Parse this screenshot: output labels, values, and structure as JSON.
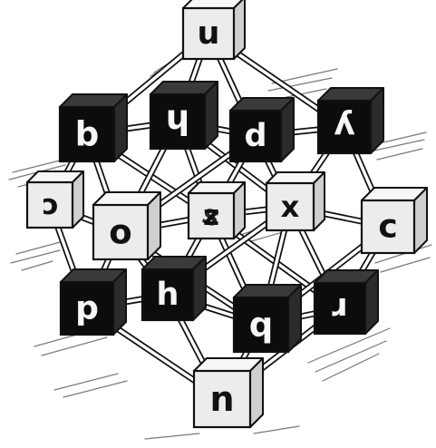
{
  "colors": {
    "background": "#ffffff",
    "ink": "#111111",
    "light_face": "#ececec",
    "light_side": "#cfcfcf",
    "light_top": "#f7f7f7",
    "dark_face": "#0c0c0c",
    "dark_side": "#2b2b2b",
    "dark_top": "#3a3a3a",
    "strut": "#ffffff",
    "motion_lines": "#7a7a7a"
  },
  "cubes": [
    {
      "id": "u-top",
      "label": "u",
      "style": "light"
    },
    {
      "id": "b-left",
      "label": "b",
      "style": "dark"
    },
    {
      "id": "h-upper",
      "label": "h",
      "rotation": 180,
      "style": "dark"
    },
    {
      "id": "d-upper",
      "label": "d",
      "style": "dark"
    },
    {
      "id": "y-upper",
      "label": "y",
      "rotation": 180,
      "style": "dark"
    },
    {
      "id": "c-left",
      "label": "c",
      "mirror": true,
      "style": "light"
    },
    {
      "id": "o-mid",
      "label": "o",
      "style": "light"
    },
    {
      "id": "z-center",
      "label": "z",
      "extra_label": "s",
      "style": "light"
    },
    {
      "id": "x-mid",
      "label": "x",
      "style": "light"
    },
    {
      "id": "c-right",
      "label": "c",
      "style": "light"
    },
    {
      "id": "p-lower",
      "label": "p",
      "style": "dark"
    },
    {
      "id": "h-lower",
      "label": "h",
      "style": "dark"
    },
    {
      "id": "q-lower",
      "label": "q",
      "style": "dark"
    },
    {
      "id": "r-lower",
      "label": "r",
      "rotation": 180,
      "style": "dark"
    },
    {
      "id": "n-bottom",
      "label": "n",
      "style": "light"
    }
  ]
}
